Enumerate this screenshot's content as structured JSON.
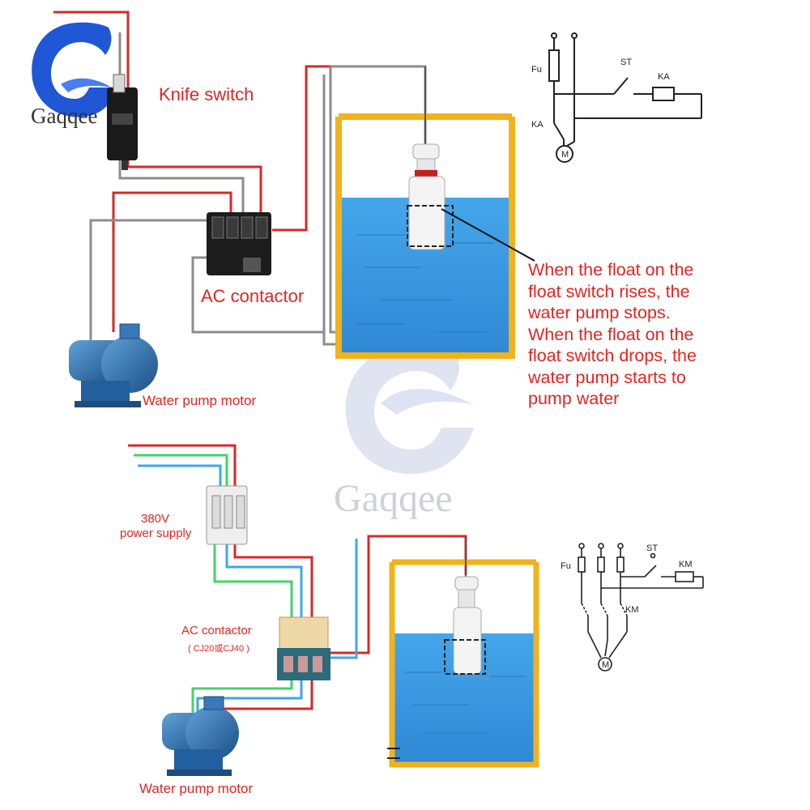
{
  "brand": {
    "name": "Gaqqee",
    "watermark": "Gaqqee",
    "logo_color": "#1f57d6"
  },
  "diagram1": {
    "knife_switch_label": "Knife switch",
    "contactor_label": "AC contactor",
    "pump_label": "Water pump motor",
    "description_lines": [
      "When the float on the",
      "float switch rises, the",
      "water pump stops.",
      "When the float on the",
      "float switch drops, the",
      "water pump starts to",
      "pump water"
    ],
    "schematic": {
      "fuse_label": "Fu",
      "start_label": "ST",
      "relay_label": "KA",
      "relay_contact_label": "KA",
      "motor_label": "M"
    }
  },
  "diagram2": {
    "power_supply_line1": "380V",
    "power_supply_line2": "power supply",
    "contactor_label": "AC contactor",
    "contactor_model": "( CJ20或CJ40 )",
    "pump_label": "Water pump motor",
    "schematic": {
      "fuse_label": "Fu",
      "start_label": "ST",
      "relay_label": "KM",
      "relay_contact_label": "KM",
      "motor_label": "M"
    }
  },
  "colors": {
    "label_red": "#e8231e",
    "wire_red": "#d82828",
    "wire_gray": "#8c8c8c",
    "wire_green": "#43d36a",
    "wire_blue": "#3ea8e6",
    "tank_border": "#f2b21c",
    "water": "#3d9be0"
  }
}
